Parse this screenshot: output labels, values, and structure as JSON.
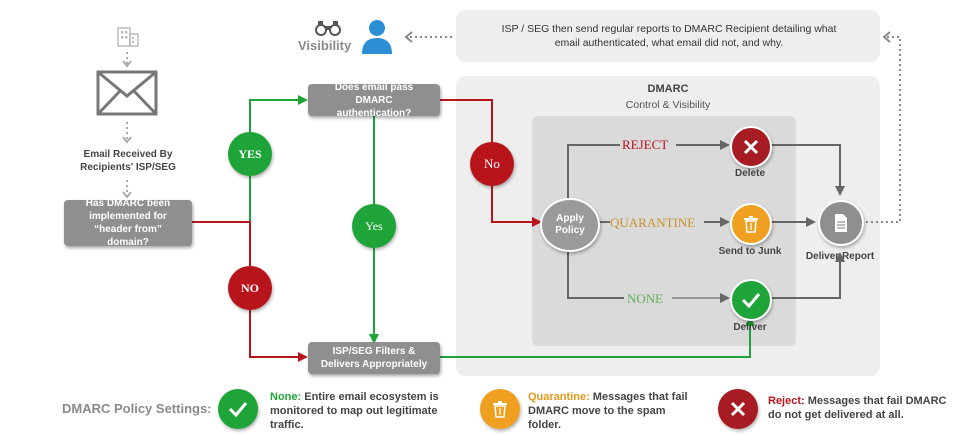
{
  "visibility": {
    "label": "Visibility",
    "binoculars_icon": "binoculars-icon",
    "person_icon": "person-icon"
  },
  "report_note": "ISP / SEG then send regular reports to DMARC Recipient detailing what email authenticated, what email did not, and why.",
  "left_flow": {
    "received": "Email Received By Recipients' ISP/SEG",
    "question": "Has DMARC been implemented for “header from” domain?",
    "yes": "YES",
    "no": "NO"
  },
  "middle_flow": {
    "pass_question": "Does email pass DMARC authentication?",
    "yes": "Yes",
    "no": "No",
    "filters": "ISP/SEG Filters & Delivers Appropriately"
  },
  "dmarc_panel": {
    "title": "DMARC",
    "subtitle": "Control & Visibility",
    "apply_policy": "Apply Policy",
    "reject": "REJECT",
    "quarantine": "QUARANTINE",
    "none": "NONE",
    "delete": "Delete",
    "send_to_junk": "Send to Junk",
    "deliver": "Deliver",
    "deliver_report": "Deliver Report"
  },
  "legend": {
    "title": "DMARC Policy Settings:",
    "none_head": "None:",
    "none_text": "Entire email ecosystem is monitored to map out legitimate traffic.",
    "quarantine_head": "Quarantine:",
    "quarantine_text": "Messages that fail DMARC move to the spam folder.",
    "reject_head": "Reject:",
    "reject_text": "Messages that fail DMARC do not get delivered at all."
  },
  "colors": {
    "green": "#1fa43a",
    "red": "#b8141b",
    "orange": "#f0a020",
    "gray": "#8f8f8f",
    "quarantine_text": "#c9922e",
    "none_text": "#5fae57"
  }
}
